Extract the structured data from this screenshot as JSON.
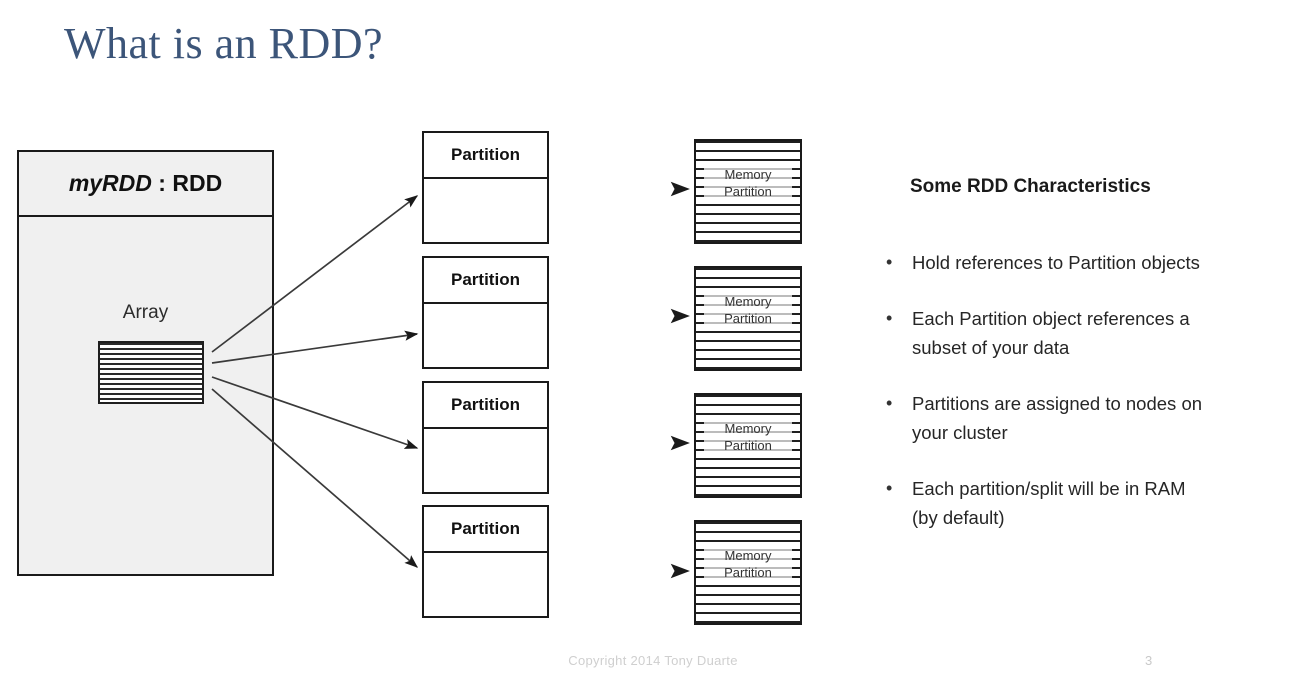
{
  "slide": {
    "title": "What is an RDD?",
    "title_color": "#3c5579",
    "page_number": "3",
    "copyright": "Copyright 2014 Tony Duarte"
  },
  "rdd_object": {
    "name": "myRDD",
    "separator": " : ",
    "type": "RDD",
    "field_label": "Array",
    "fill_color": "#f0f0f0",
    "border_color": "#1a1a1a"
  },
  "partitions": [
    {
      "label": "Partition"
    },
    {
      "label": "Partition"
    },
    {
      "label": "Partition"
    },
    {
      "label": "Partition"
    }
  ],
  "memory_partitions": [
    {
      "line1": "Memory",
      "line2": "Partition"
    },
    {
      "line1": "Memory",
      "line2": "Partition"
    },
    {
      "line1": "Memory",
      "line2": "Partition"
    },
    {
      "line1": "Memory",
      "line2": "Partition"
    }
  ],
  "characteristics": {
    "heading": "Some RDD Characteristics",
    "bullet_glyph": "•",
    "items": [
      "Hold references to Partition objects",
      "Each Partition object references a subset of your data",
      "Partitions are assigned to nodes on your cluster",
      "Each partition/split will be in RAM (by default)"
    ]
  }
}
